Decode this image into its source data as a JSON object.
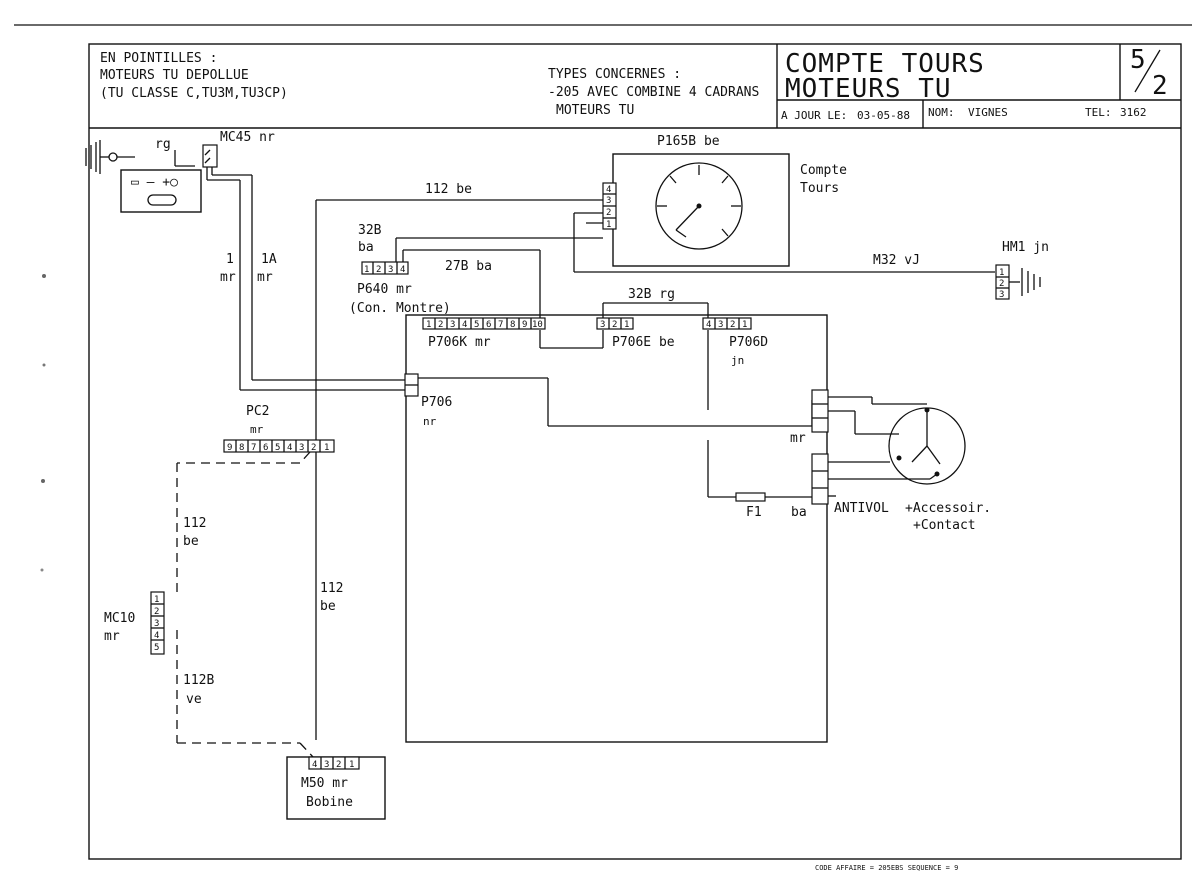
{
  "header": {
    "note_lines": [
      "EN POINTILLES :",
      "MOTEURS TU DEPOLLUE",
      "(TU CLASSE C,TU3M,TU3CP)"
    ],
    "types_lines": [
      "TYPES CONCERNES :",
      "-205 AVEC COMBINE 4 CADRANS",
      "MOTEURS TU"
    ],
    "title_lines": [
      "COMPTE  TOURS",
      "MOTEURS  TU"
    ],
    "sheet_num": "5",
    "sheet_total": "2",
    "date_label": "A JOUR LE:",
    "date_value": "03-05-88",
    "nom_label": "NOM:",
    "nom_value": "VIGNES",
    "tel_label": "TEL:",
    "tel_value": "3162"
  },
  "diagram": {
    "mc45": "MC45 nr",
    "mc45_wire": "rg",
    "wire_1_num": "1",
    "wire_1_col": "mr",
    "wire_1a_num": "1A",
    "wire_1a_col": "mr",
    "wire_112be_top": "112 be",
    "p165b": "P165B be",
    "compte_tours_1": "Compte",
    "compte_tours_2": "Tours",
    "wire_32b_num": "32B",
    "wire_32b_col": "ba",
    "wire_27b": "27B ba",
    "p640": "P640 mr",
    "p640_desc": "(Con. Montre)",
    "wire_m32": "M32 vJ",
    "hm1": "HM1 jn",
    "wire_32b_rg": "32B rg",
    "p706k": "P706K mr",
    "p706e": "P706E be",
    "p706d": "P706D",
    "p706d_col": "jn",
    "p706": "P706",
    "p706_col": "nr",
    "pc2": "PC2",
    "pc2_col": "mr",
    "mr_label": "mr",
    "f1": "F1",
    "ba_label": "ba",
    "antivol": "ANTIVOL",
    "accessoir": "+Accessoir.",
    "contact": "+Contact",
    "wire_112_left_num": "112",
    "wire_112_left_col": "be",
    "mc10": "MC10",
    "mc10_col": "mr",
    "wire_112b_num": "112B",
    "wire_112b_col": "ve",
    "wire_112_mid_num": "112",
    "wire_112_mid_col": "be",
    "m50": "M50 mr",
    "bobine": "Bobine"
  },
  "pins": {
    "p165b": [
      "1",
      "2",
      "3",
      "4"
    ],
    "p640": [
      "1",
      "2",
      "3",
      "4"
    ],
    "p706k": [
      "1",
      "2",
      "3",
      "4",
      "5",
      "6",
      "7",
      "8",
      "9",
      "10"
    ],
    "p706e": [
      "3",
      "2",
      "1"
    ],
    "p706d": [
      "4",
      "3",
      "2",
      "1"
    ],
    "pc2": [
      "9",
      "8",
      "7",
      "6",
      "5",
      "4",
      "3",
      "2",
      "1"
    ],
    "mc10": [
      "5",
      "4",
      "3",
      "2",
      "1"
    ],
    "m50": [
      "4",
      "3",
      "2",
      "1"
    ],
    "hm1": [
      "1",
      "2",
      "3"
    ]
  },
  "footer": "CODE AFFAIRE = 205EBS SEQUENCE = 9"
}
